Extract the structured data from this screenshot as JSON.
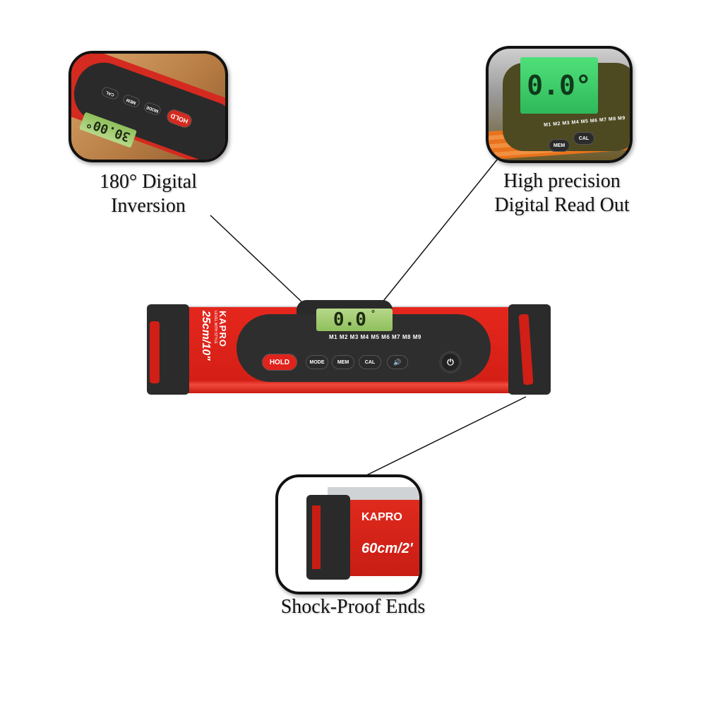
{
  "callouts": [
    {
      "label_lines": [
        "180° Digital",
        "Inversion"
      ],
      "lcd": "30.00°",
      "buttons": [
        "HOLD",
        "MODE",
        "MEM",
        "CAL"
      ]
    },
    {
      "label_lines": [
        "High precision",
        "Digital Read Out"
      ],
      "lcd": "0.0°",
      "memory": "M1 M2 M3 M4 M5 M6 M7 M8 M9",
      "buttons": [
        "MEM",
        "CAL"
      ]
    },
    {
      "label_lines": [
        "Shock-Proof Ends"
      ],
      "brand": "KAPRO",
      "size": "60cm/2'"
    }
  ],
  "device": {
    "brand": "KAPRO",
    "tagline": "LEVEL WITH STYLE",
    "size": "25cm/10\"",
    "lcd": "0.0",
    "lcd_unit": "°",
    "memory": "M1 M2 M3 M4 M5 M6 M7 M8 M9",
    "buttons": {
      "hold": "HOLD",
      "mode": "MODE",
      "mem": "MEM",
      "cal": "CAL",
      "sound": "🔊",
      "power": "⏻"
    }
  },
  "colors": {
    "red": "#e0231c",
    "dark": "#2a2a2a",
    "lcd": "#a8cf74"
  }
}
